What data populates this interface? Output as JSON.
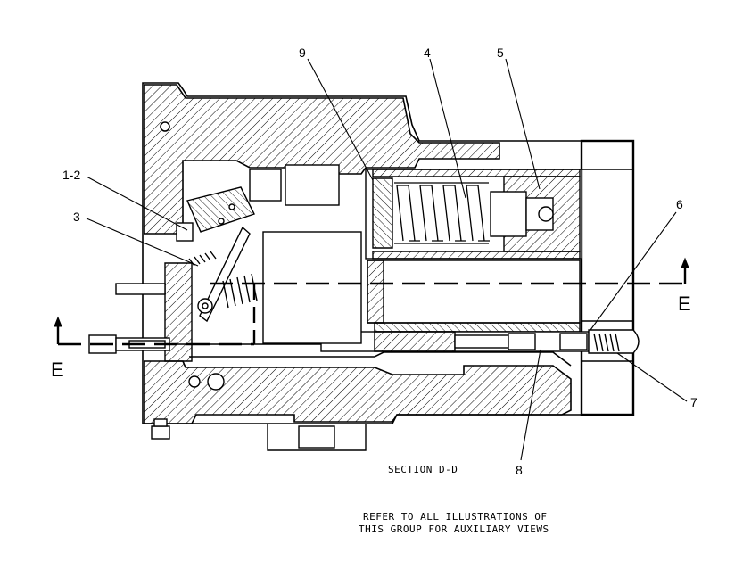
{
  "callouts": {
    "c1_2": "1-2",
    "c3": "3",
    "c4": "4",
    "c5": "5",
    "c6": "6",
    "c7": "7",
    "c8": "8",
    "c9": "9"
  },
  "section_markers": {
    "left": "E",
    "right": "E"
  },
  "section_title": "SECTION D-D",
  "note": {
    "line1": "REFER TO ALL ILLUSTRATIONS OF",
    "line2": "THIS GROUP FOR AUXILIARY VIEWS"
  }
}
